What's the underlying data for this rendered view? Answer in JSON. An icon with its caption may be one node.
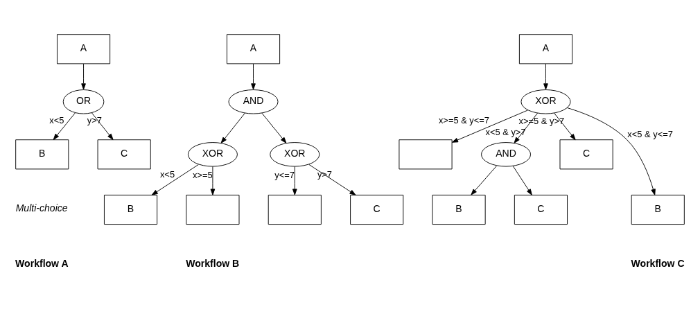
{
  "diagram": {
    "nodes": [
      {
        "text": [
          "A"
        ]
      },
      {
        "text": [
          "OR"
        ]
      },
      {
        "text": [
          "B"
        ]
      },
      {
        "text": [
          "C"
        ]
      },
      {
        "text": [
          "A"
        ]
      },
      {
        "text": [
          "AND"
        ]
      },
      {
        "text": [
          "XOR"
        ]
      },
      {
        "text": [
          "XOR"
        ]
      },
      {
        "text": [
          "B"
        ]
      },
      {
        "text": [],
        "shape": "box"
      },
      {
        "text": [],
        "shape": "box"
      },
      {
        "text": [
          "C"
        ]
      },
      {
        "text": [
          "A"
        ]
      },
      {
        "text": [
          "XOR"
        ]
      },
      {
        "text": [],
        "shape": "box"
      },
      {
        "text": [
          "AND"
        ]
      },
      {
        "text": [
          "B"
        ]
      },
      {
        "text": [
          "C"
        ]
      },
      {
        "text": [
          "C"
        ]
      },
      {
        "text": [
          "B"
        ]
      }
    ],
    "edges": [
      {
        "from": 0,
        "to": 1,
        "arrow": "to"
      },
      {
        "from": 1,
        "to": 2,
        "arrow": "to",
        "label": "x<5"
      },
      {
        "from": 1,
        "to": 3,
        "arrow": "to",
        "label": "y>7"
      },
      {
        "from": 4,
        "to": 5,
        "arrow": "to"
      },
      {
        "from": 5,
        "to": 6,
        "arrow": "to"
      },
      {
        "from": 5,
        "to": 7,
        "arrow": "to"
      },
      {
        "from": 6,
        "to": 8,
        "arrow": "to",
        "label": "x<5"
      },
      {
        "from": 6,
        "to": 9,
        "arrow": "to",
        "label": "x>=5"
      },
      {
        "from": 7,
        "to": 10,
        "arrow": "to",
        "label": "y<=7"
      },
      {
        "from": 7,
        "to": 11,
        "arrow": "to",
        "label": "y>7"
      },
      {
        "from": 12,
        "to": 13,
        "arrow": "to"
      },
      {
        "from": 13,
        "to": 14,
        "arrow": "to",
        "label": "x>=5 & y<=7"
      },
      {
        "from": 13,
        "to": 15,
        "arrow": "to",
        "label": "x<5 & y>7"
      },
      {
        "from": 15,
        "to": 16,
        "arrow": "to"
      },
      {
        "from": 15,
        "to": 17,
        "arrow": "to"
      },
      {
        "from": 13,
        "to": 18,
        "arrow": "to",
        "label": "x>=5 & y>7"
      },
      {
        "from": 13,
        "to": 19,
        "arrow": "to",
        "label": "x<5 & y<=7"
      }
    ],
    "labels": [
      "Multi-choice",
      "Workflow A",
      "Workflow B",
      "Workflow C"
    ]
  }
}
